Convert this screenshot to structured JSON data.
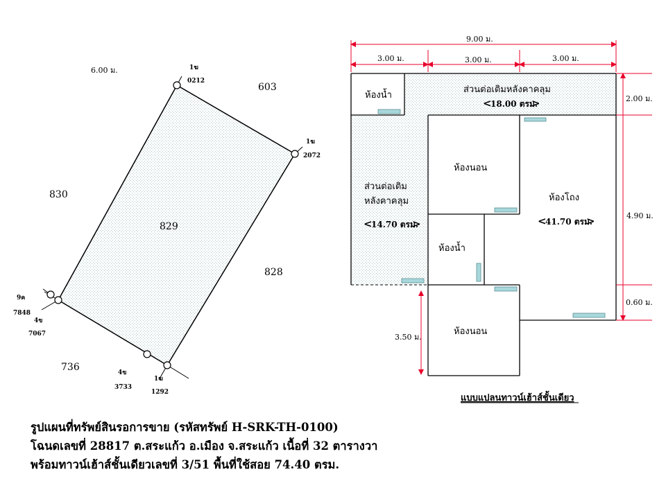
{
  "land_map": {
    "plot_number": "829",
    "width_label": "6.00 ม.",
    "neighbors": {
      "top_right": "603",
      "left": "830",
      "right": "828",
      "bottom_left": "736"
    },
    "markers": [
      {
        "code": "1ฆ",
        "number": "0212"
      },
      {
        "code": "1ฆ",
        "number": "2072"
      },
      {
        "code": "9ค",
        "number": "7848"
      },
      {
        "code": "4ข",
        "number": "7067"
      },
      {
        "code": "4ข",
        "number": "3733"
      },
      {
        "code": "1ฆ",
        "number": "1292"
      }
    ]
  },
  "floor_plan": {
    "dimensions": {
      "total_width": "9.00 ม.",
      "seg_1": "3.00 ม.",
      "seg_2": "3.00 ม.",
      "seg_3": "3.00 ม.",
      "right_top": "2.00 ม.",
      "right_mid": "4.90 ม.",
      "right_bottom": "0.60 ม.",
      "left_bottom": "3.50 ม."
    },
    "rooms": {
      "bathroom_top": "ห้องน้ำ",
      "rear_extension_title": "ส่วนต่อเติมหลังคาคลุม",
      "rear_extension_area": "18.00 ตรม.",
      "side_extension_line1": "ส่วนต่อเติม",
      "side_extension_line2": "หลังคาคลุม",
      "side_extension_area": "14.70 ตรม.",
      "bedroom_1": "ห้องนอน",
      "bathroom_mid": "ห้องน้ำ",
      "hall": "ห้องโถง",
      "hall_area": "41.70 ตรม.",
      "bedroom_2": "ห้องนอน"
    },
    "title": "แบบแปลนทาวน์เฮ้าส์ชั้นเดียว"
  },
  "caption": {
    "line1": "รูปแผนที่ทรัพย์สินรอการขาย (รหัสทรัพย์ H-SRK-TH-0100)",
    "line2": "โฉนดเลขที่ 28817 ต.สระแก้ว อ.เมือง จ.สระแก้ว เนื้อที่ 32 ตารางวา",
    "line3": "พร้อมทาวน์เฮ้าส์ชั้นเดียวเลขที่ 3/51 พื้นที่ใช้สอย 74.40 ตรม."
  },
  "colors": {
    "red": "#e8002a",
    "window": "#a8d8dc",
    "hatch": "#a9c4c4"
  }
}
